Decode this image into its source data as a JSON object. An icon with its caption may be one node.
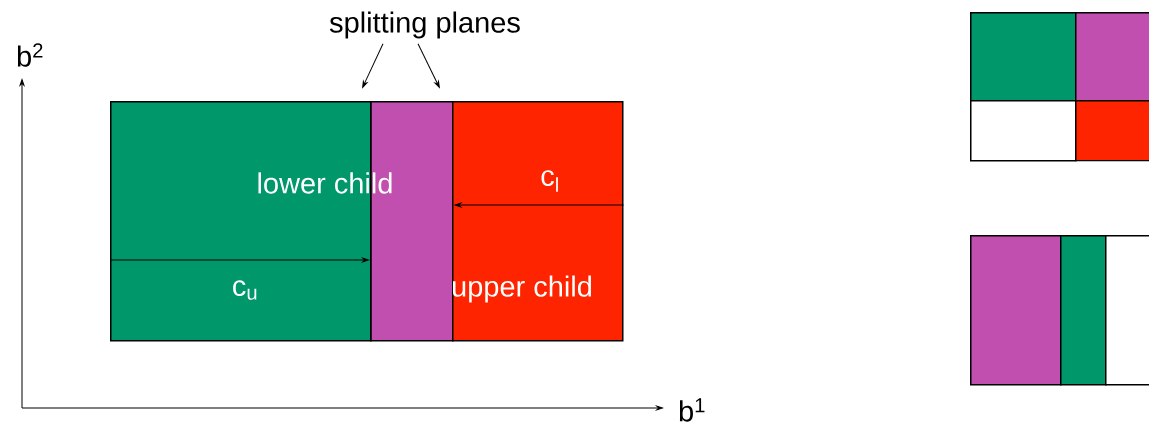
{
  "diagram": {
    "nodes": [
      {
        "text": [
          "lower child"
        ]
      },
      {
        "text": [],
        "shape": "box"
      },
      {
        "text": [
          "upper child"
        ]
      },
      {
        "text": [
          "splitting planes"
        ]
      },
      {
        "text": [],
        "shape": "box"
      },
      {
        "text": [],
        "shape": "box"
      },
      {
        "text": [],
        "shape": "box"
      },
      {
        "text": [],
        "shape": "box"
      },
      {
        "text": [],
        "shape": "box"
      },
      {
        "text": [],
        "shape": "box"
      },
      {
        "text": [],
        "shape": "box"
      }
    ],
    "edges": [
      {
        "from": 0,
        "to": 1,
        "arrow": "to",
        "label": "c$_{u}$"
      },
      {
        "from": 2,
        "to": 1,
        "arrow": "to",
        "label": "c$_{l}$"
      },
      {
        "from": 3,
        "to": null,
        "arrow": "to"
      },
      {
        "from": 3,
        "to": null,
        "arrow": "to"
      }
    ],
    "labels": [
      "b$^{2}$",
      "b$^{1}$"
    ]
  }
}
